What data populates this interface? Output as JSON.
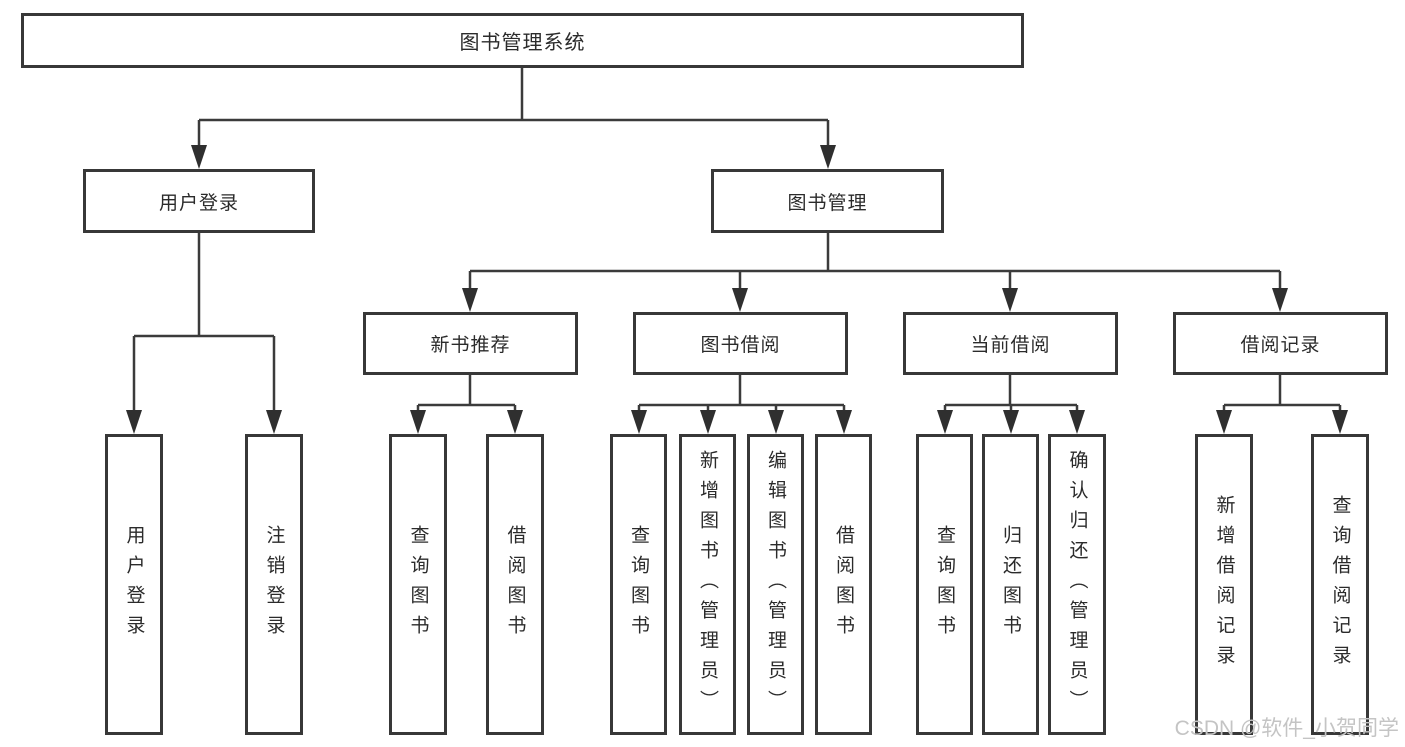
{
  "diagram_title": "图书管理系统",
  "nodes": {
    "root": "图书管理系统",
    "user_login": "用户登录",
    "book_mgmt": "图书管理",
    "new_books": "新书推荐",
    "book_borrow": "图书借阅",
    "current_borrow": "当前借阅",
    "borrow_records": "借阅记录",
    "leaf_user_login": "用户登录",
    "leaf_logout": "注销登录",
    "leaf_nb_query": "查询图书",
    "leaf_nb_borrow": "借阅图书",
    "leaf_bb_query": "查询图书",
    "leaf_bb_add": "新增图书（管理员）",
    "leaf_bb_edit": "编辑图书（管理员）",
    "leaf_bb_borrow": "借阅图书",
    "leaf_cb_query": "查询图书",
    "leaf_cb_return": "归还图书",
    "leaf_cb_confirm": "确认归还（管理员）",
    "leaf_br_add": "新增借阅记录",
    "leaf_br_query": "查询借阅记录"
  },
  "hierarchy": {
    "图书管理系统": {
      "用户登录": [
        "用户登录",
        "注销登录"
      ],
      "图书管理": {
        "新书推荐": [
          "查询图书",
          "借阅图书"
        ],
        "图书借阅": [
          "查询图书",
          "新增图书（管理员）",
          "编辑图书（管理员）",
          "借阅图书"
        ],
        "当前借阅": [
          "查询图书",
          "归还图书",
          "确认归还（管理员）"
        ],
        "借阅记录": [
          "新增借阅记录",
          "查询借阅记录"
        ]
      }
    }
  },
  "watermark": "CSDN @软件_小贺同学",
  "colors": {
    "background": "#ffffff",
    "box_border": "#383838",
    "line": "#3b3b3b",
    "arrow": "#2f2f2f",
    "text": "#2b2b2b",
    "watermark": "#c4c4c4"
  }
}
